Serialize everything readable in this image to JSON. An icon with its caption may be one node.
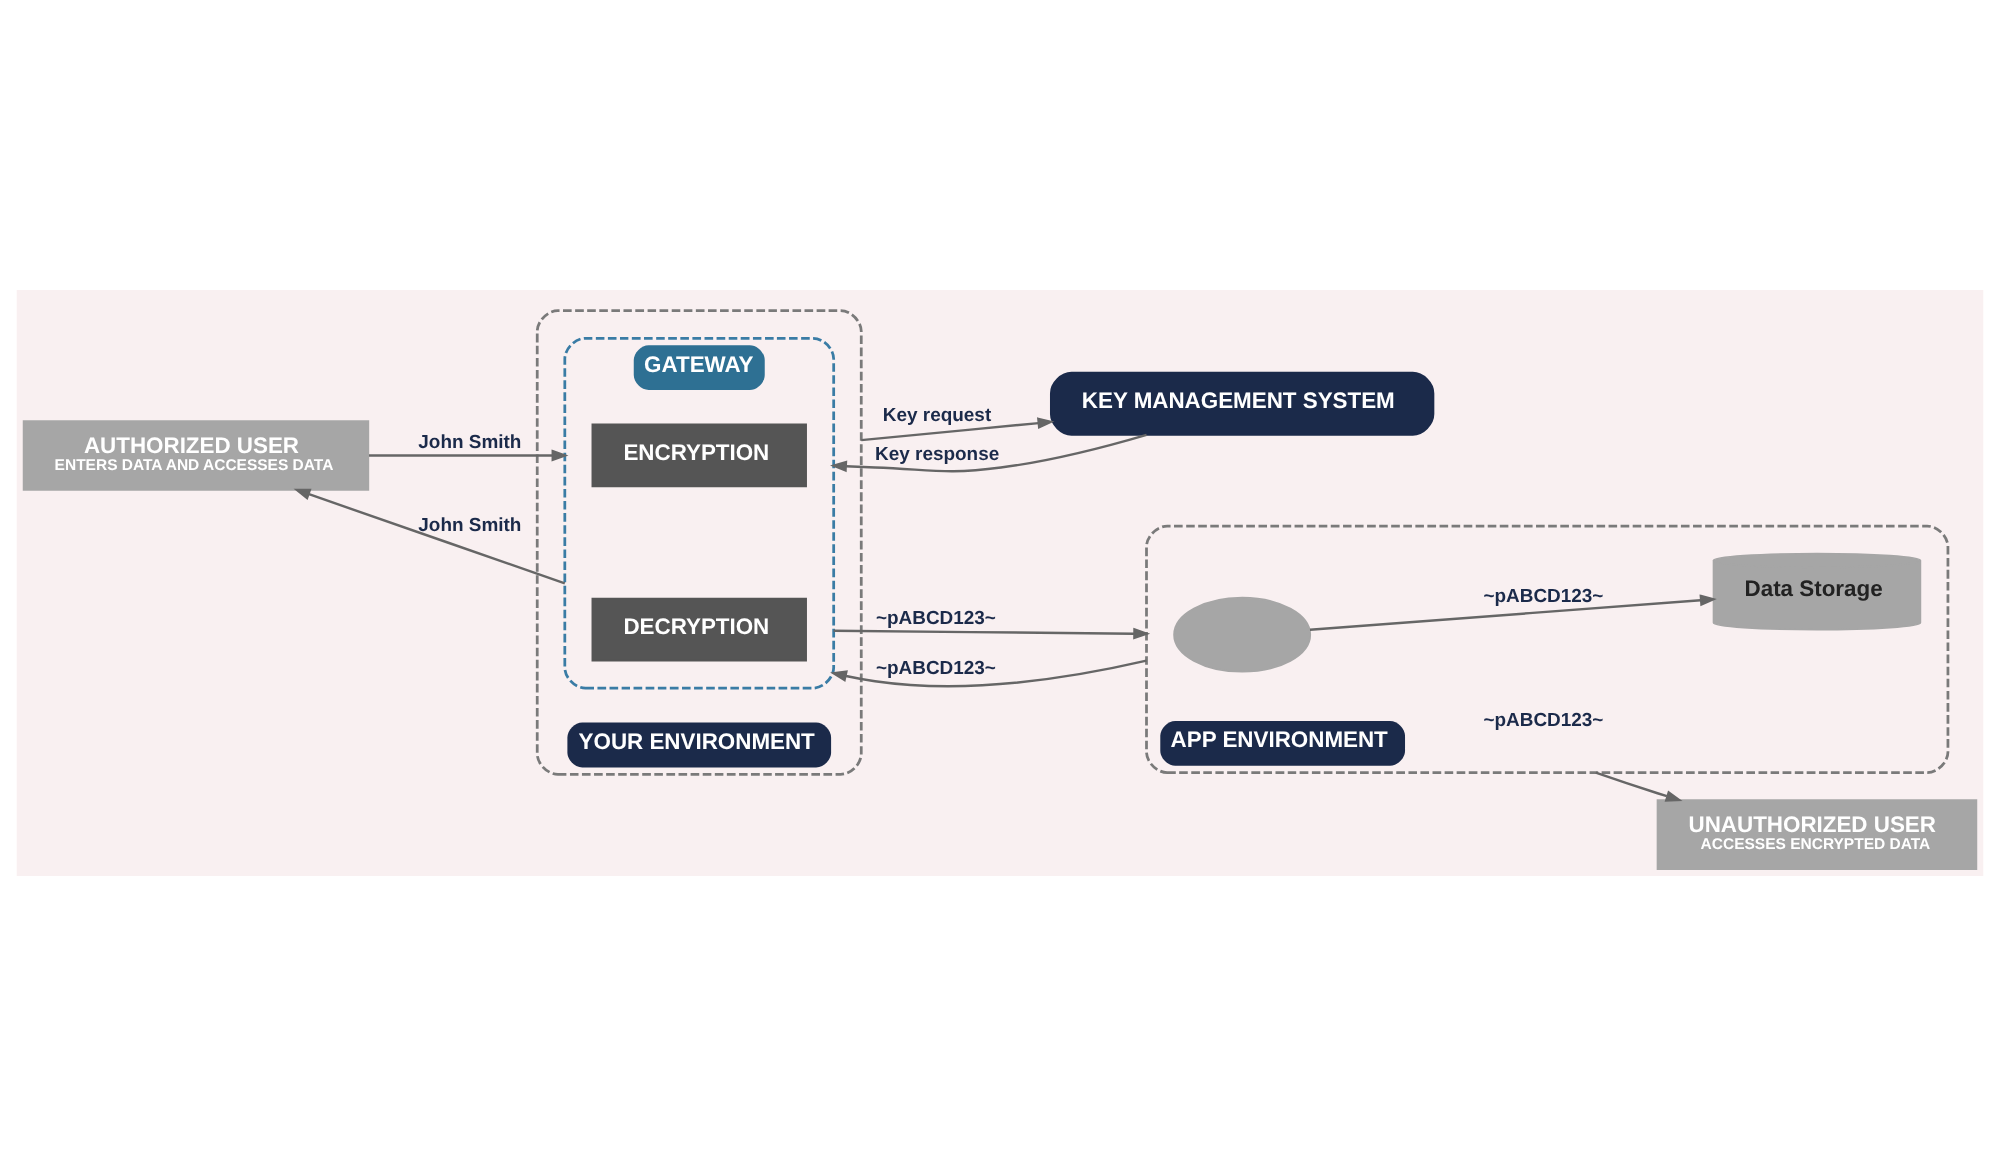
{
  "diagram": {
    "nodes": [
      {
        "text": [
          "KEY MANAGEMENT SYSTEM"
        ]
      },
      {
        "text": [
          "AUTHORIZED USER",
          "ENTERS DATA AND ACCESSES DATA"
        ]
      },
      {
        "text": [
          "YOUR ENVIRONMENT"
        ]
      },
      {
        "text": [
          "GATEWAY"
        ],
        "in": 2
      },
      {
        "text": [
          "ENCRYPTION"
        ],
        "in": 3
      },
      {
        "text": [
          "DECRYPTION"
        ],
        "in": 3
      },
      {
        "text": [
          "APP ENVIRONMENT"
        ]
      },
      {
        "text": [],
        "shape": "cloud",
        "in": 6
      },
      {
        "text": [
          "Data Storage"
        ],
        "in": 6
      },
      {
        "text": [
          "UNAUTHORIZED USER",
          "ACCESSES ENCRYPTED DATA"
        ]
      }
    ],
    "edges": [
      {
        "from": 2,
        "to": 0,
        "arrow": "to",
        "label": "Key request"
      },
      {
        "from": 0,
        "to": 3,
        "arrow": "to",
        "label": "Key response"
      },
      {
        "from": 1,
        "to": 3,
        "arrow": "to",
        "label": "John Smith"
      },
      {
        "from": 3,
        "to": 1,
        "arrow": "to",
        "label": "John Smith"
      },
      {
        "from": 3,
        "to": 6,
        "arrow": "to",
        "label": "~pABCD123~"
      },
      {
        "from": 6,
        "to": 3,
        "arrow": "to",
        "label": "~pABCD123~"
      },
      {
        "from": 7,
        "to": 8,
        "arrow": "to",
        "label": "~pABCD123~"
      },
      {
        "from": 6,
        "to": 9,
        "arrow": "to",
        "label": "~pABCD123~"
      }
    ]
  }
}
